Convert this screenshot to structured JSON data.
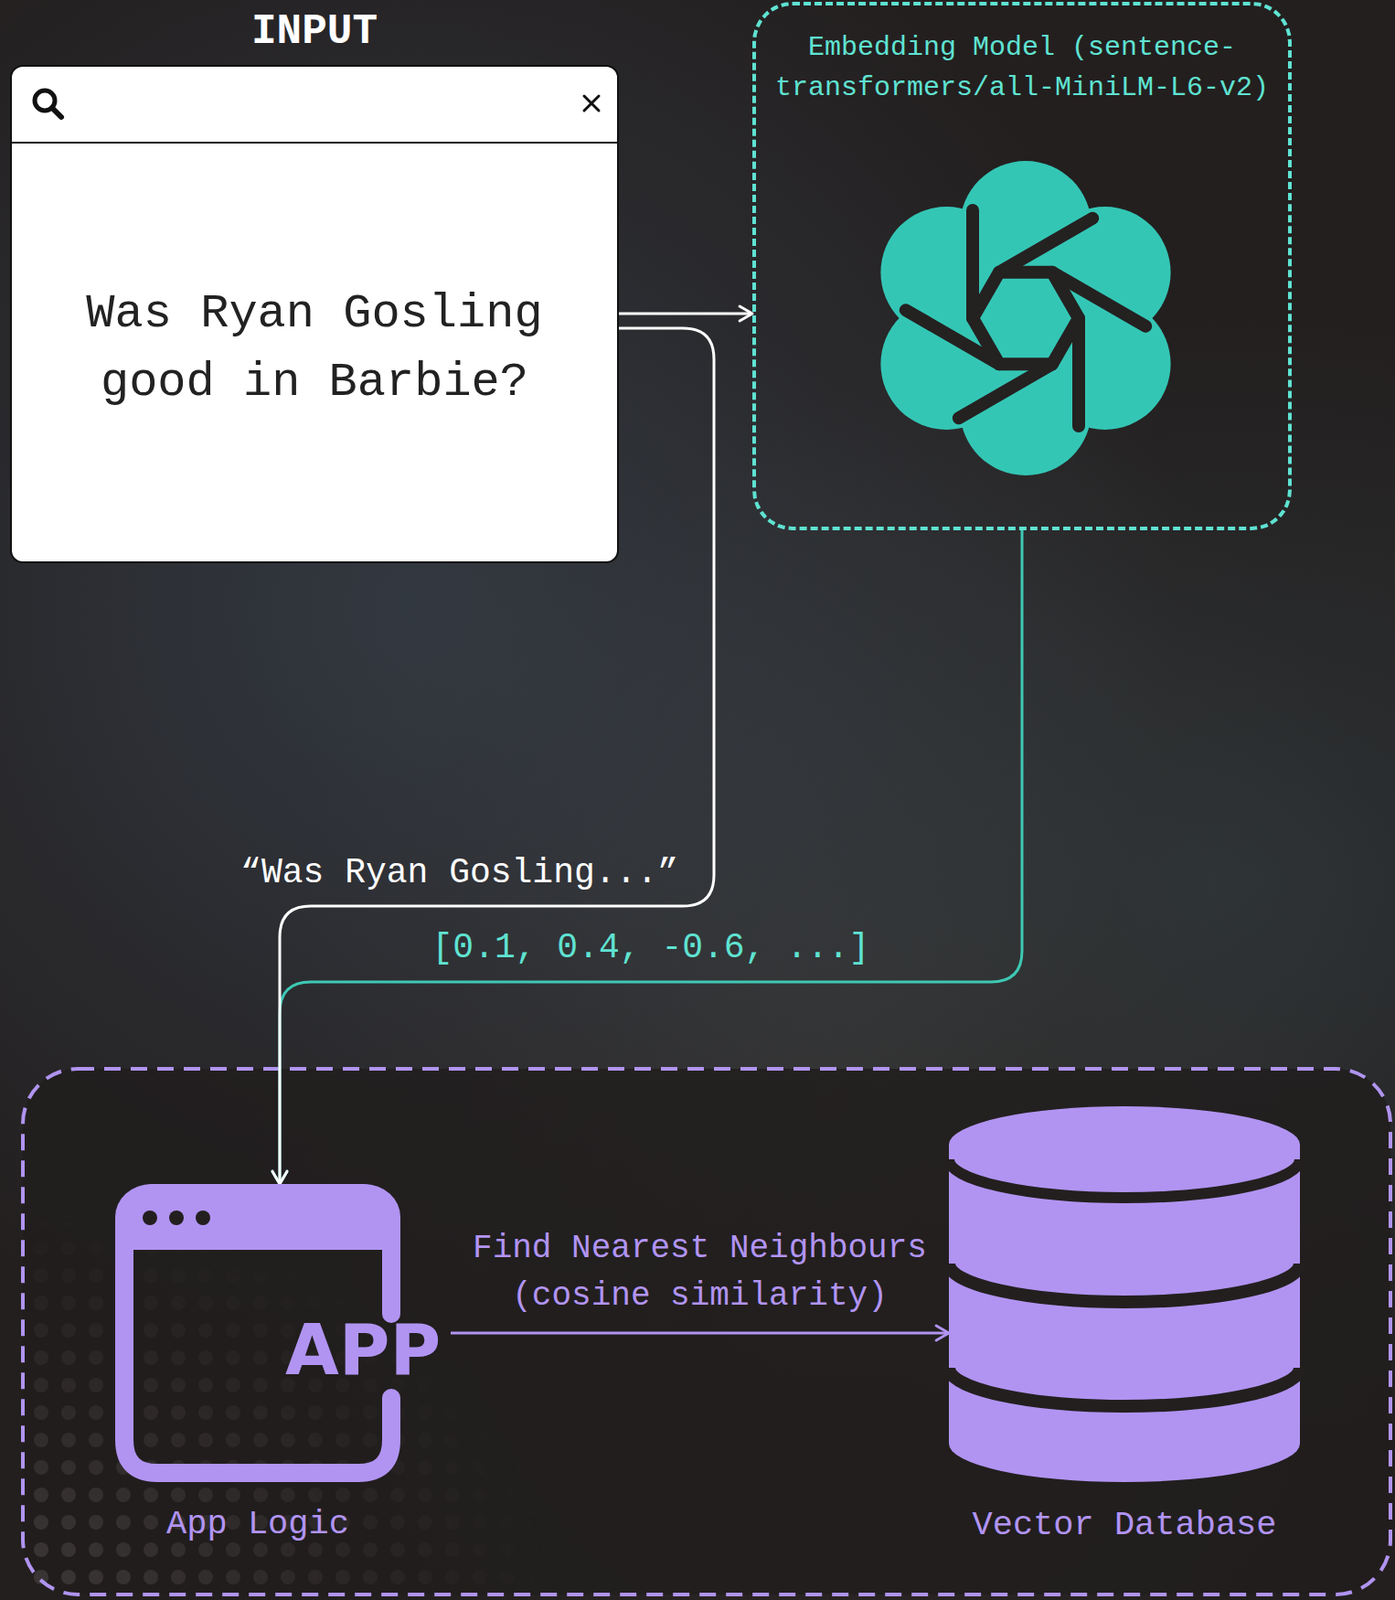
{
  "diagram": {
    "nodes": [
      {
        "text": [
          "INPUT",
          "Was Ryan Gosling good in Barbie?"
        ]
      },
      {
        "text": [
          "Embedding Model (sentence-transformers/all-MiniLM-L6-v2)"
        ]
      },
      {
        "text": [
          "APP",
          "App Logic"
        ]
      },
      {
        "text": [
          "Vector Database"
        ]
      }
    ],
    "edges": [
      {
        "from": 0,
        "to": 1,
        "arrow": "to"
      },
      {
        "from": 0,
        "to": 2,
        "label": "“Was Ryan Gosling...”",
        "arrow": "to"
      },
      {
        "from": 1,
        "to": 2,
        "label": "[0.1, 0.4, -0.6, ...]",
        "arrow": "to"
      },
      {
        "from": 2,
        "to": 3,
        "label": "Find Nearest Neighbours (cosine similarity)",
        "arrow": "to"
      }
    ]
  }
}
